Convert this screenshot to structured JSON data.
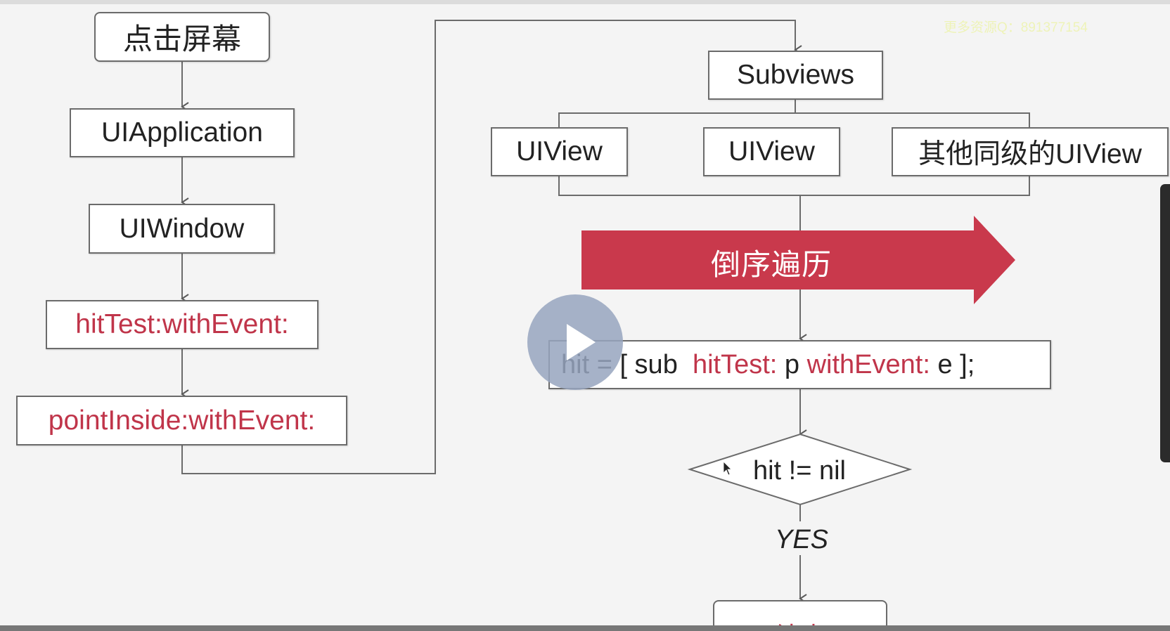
{
  "watermark": "更多资源Q：891377154",
  "left_flow": {
    "start": "点击屏幕",
    "application": "UIApplication",
    "window": "UIWindow",
    "hit_test": "hitTest:withEvent:",
    "point_inside": "pointInside:withEvent:"
  },
  "right_flow": {
    "subviews": "Subviews",
    "view_1": "UIView",
    "view_2": "UIView",
    "view_other": "其他同级的UIView",
    "arrow_label": "倒序遍历",
    "code": {
      "part1": "hit = [ sub  ",
      "part2": "hitTest:",
      "part3": " p ",
      "part4": "withEvent:",
      "part5": " e ];"
    },
    "condition": "hit != nil",
    "yes": "YES",
    "end": "结束"
  },
  "colors": {
    "accent_red": "#c0354a",
    "arrow_fill": "#c9394c",
    "line": "#6b6b6b"
  },
  "icons": {
    "play": "play-icon",
    "cursor": "mouse-cursor-icon"
  }
}
